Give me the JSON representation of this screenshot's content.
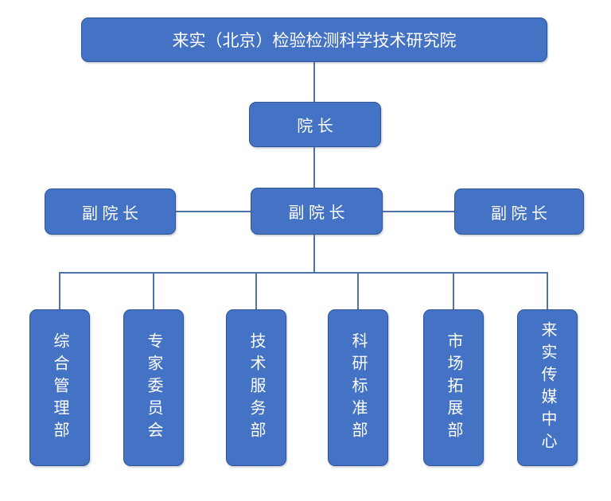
{
  "page": {
    "background_color": "#FFFFFF"
  },
  "colors": {
    "box_fill": "#4472C4",
    "box_border": "#2F5597",
    "connector_line": "#4E73A9",
    "box_text": "#FFFFFF"
  },
  "org_chart": {
    "root": {
      "label": "来实（北京）检验检测科学技术研究院"
    },
    "president": {
      "label": "院 长"
    },
    "vice_presidents": [
      {
        "label": "副 院 长"
      },
      {
        "label": "副 院 长"
      },
      {
        "label": "副 院 长"
      }
    ],
    "departments": [
      {
        "label": "综合管理部"
      },
      {
        "label": "专家委员会"
      },
      {
        "label": "技术服务部"
      },
      {
        "label": "科研标准部"
      },
      {
        "label": "市场拓展部"
      },
      {
        "label": "来实传媒中心"
      }
    ]
  }
}
